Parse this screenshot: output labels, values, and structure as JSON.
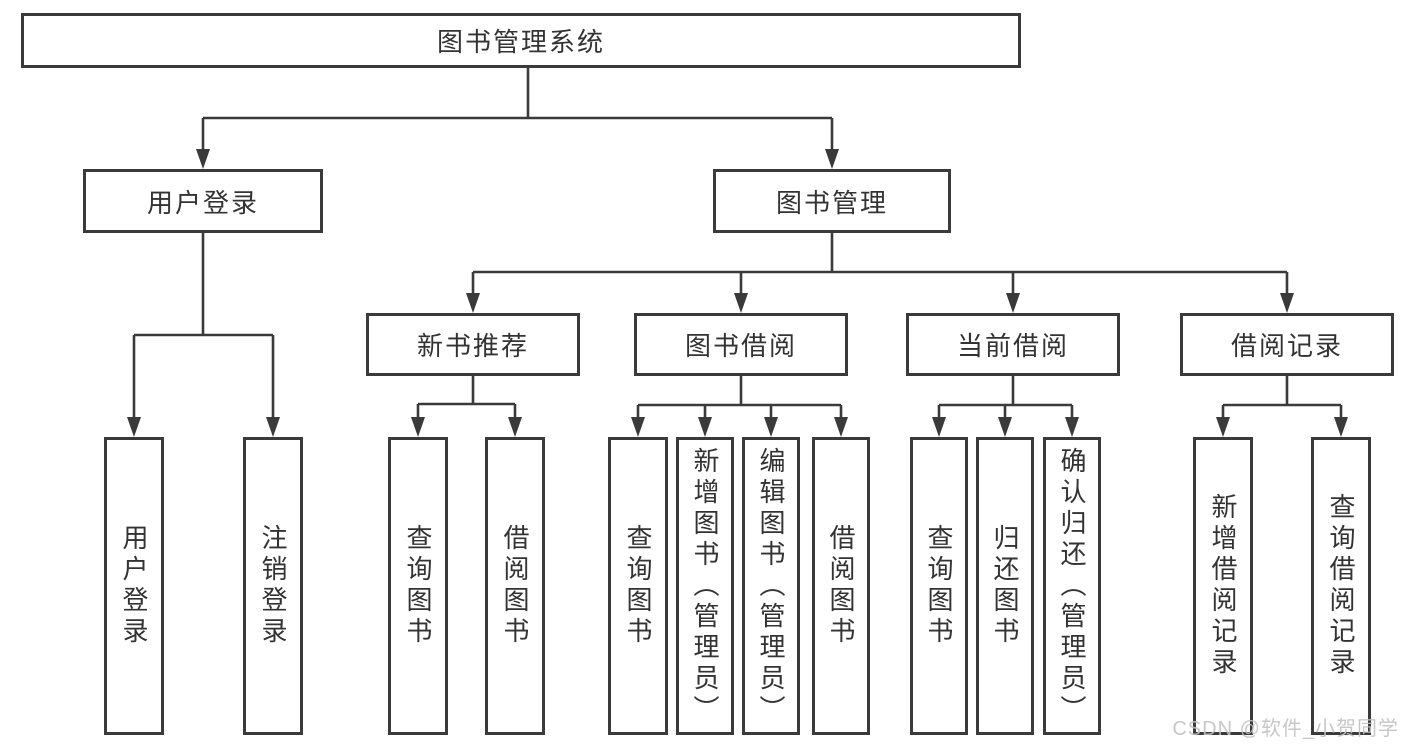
{
  "tree": {
    "root": {
      "label": "图书管理系统"
    },
    "children": [
      {
        "label": "用户登录",
        "children": [
          {
            "label": "用户登录"
          },
          {
            "label": "注销登录"
          }
        ]
      },
      {
        "label": "图书管理",
        "children": [
          {
            "label": "新书推荐",
            "children": [
              {
                "label": "查询图书"
              },
              {
                "label": "借阅图书"
              }
            ]
          },
          {
            "label": "图书借阅",
            "children": [
              {
                "label": "查询图书"
              },
              {
                "label": "新增图书（管理员）"
              },
              {
                "label": "编辑图书（管理员）"
              },
              {
                "label": "借阅图书"
              }
            ]
          },
          {
            "label": "当前借阅",
            "children": [
              {
                "label": "查询图书"
              },
              {
                "label": "归还图书"
              },
              {
                "label": "确认归还（管理员）"
              }
            ]
          },
          {
            "label": "借阅记录",
            "children": [
              {
                "label": "新增借阅记录"
              },
              {
                "label": "查询借阅记录"
              }
            ]
          }
        ]
      }
    ]
  },
  "watermark": {
    "text": "CSDN @软件_小贺同学"
  },
  "colors": {
    "background": "#ffffff",
    "line": "#3a3a3a",
    "box_border": "#3a3a3a",
    "text": "#333333",
    "watermark": "#c2c2c2"
  }
}
